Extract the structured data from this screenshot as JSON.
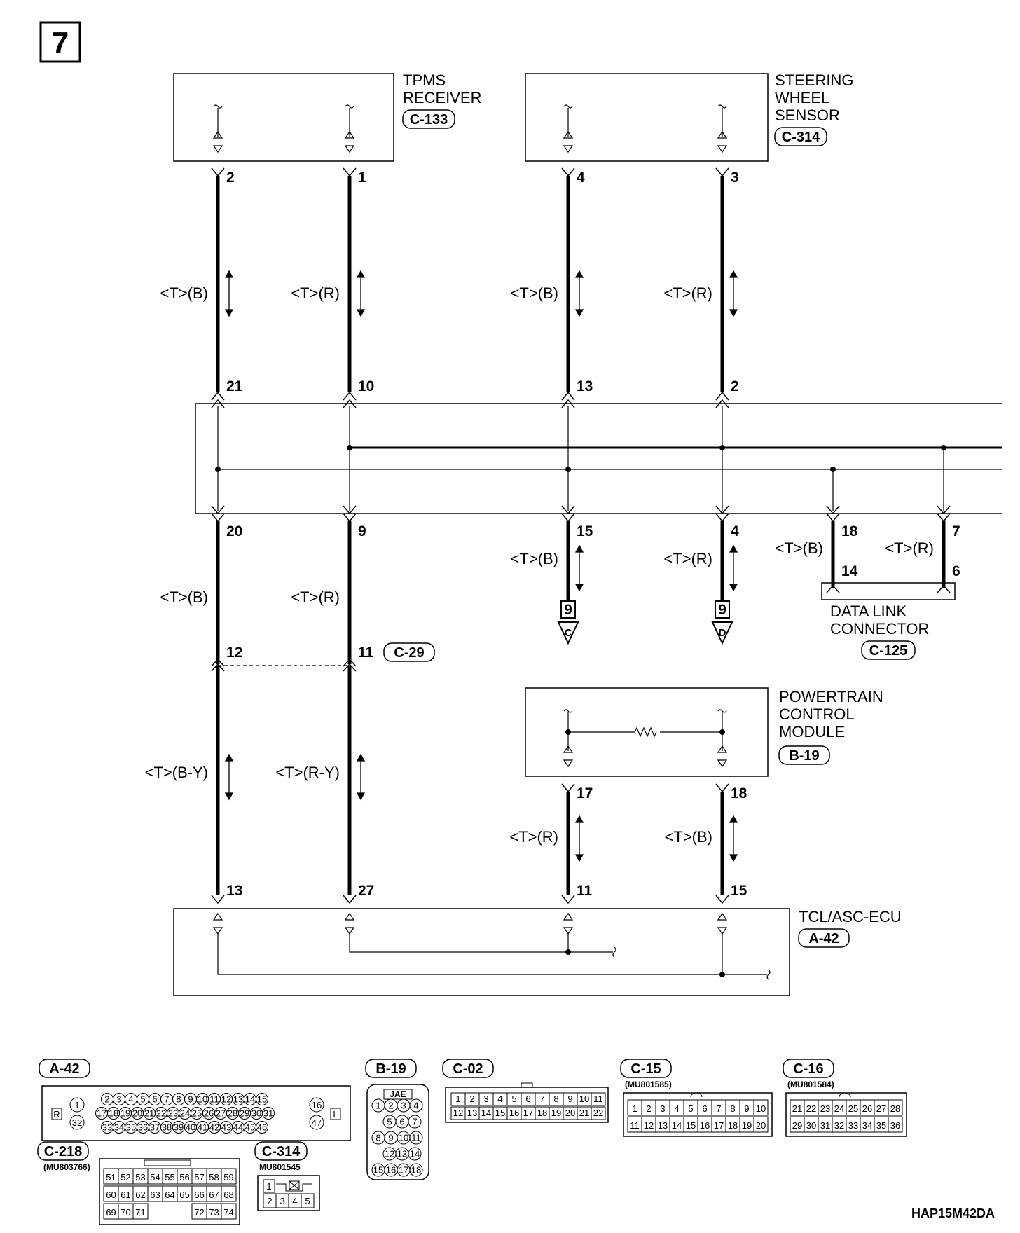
{
  "page_number": "7",
  "figure_code": "HAP15M42DA",
  "components": {
    "tpms": {
      "name_line1": "TPMS",
      "name_line2": "RECEIVER",
      "connector": "C-133",
      "pin_left": "2",
      "pin_right": "1"
    },
    "steering": {
      "name_line1": "STEERING",
      "name_line2": "WHEEL",
      "name_line3": "SENSOR",
      "connector": "C-314",
      "pin_left": "4",
      "pin_right": "3"
    },
    "pcm": {
      "name_line1": "POWERTRAIN",
      "name_line2": "CONTROL",
      "name_line3": "MODULE",
      "connector": "B-19",
      "pin_left": "17",
      "pin_right": "18"
    },
    "ecu": {
      "name": "TCL/ASC-ECU",
      "connector": "A-42",
      "pins": [
        "13",
        "27",
        "11",
        "15"
      ]
    },
    "dlc": {
      "name_line1": "DATA LINK",
      "name_line2": "CONNECTOR",
      "connector": "C-125",
      "pin_a_top": "18",
      "pin_a_bot": "14",
      "pin_b_top": "7",
      "pin_b_bot": "6"
    }
  },
  "junction": {
    "top_pins": [
      "21",
      "10",
      "13",
      "2"
    ],
    "bottom_pins": [
      "20",
      "9",
      "15",
      "4"
    ]
  },
  "intermediate": {
    "pin_left": "12",
    "pin_right": "11",
    "connector": "C-29"
  },
  "wires": {
    "tpms_left": "<T>(B)",
    "tpms_right": "<T>(R)",
    "steer_left": "<T>(B)",
    "steer_right": "<T>(R)",
    "mid_left": "<T>(B)",
    "mid_right": "<T>(R)",
    "lower_left": "<T>(B-Y)",
    "lower_right": "<T>(R-Y)",
    "offpage_left": "<T>(B)",
    "offpage_right": "<T>(R)",
    "dlc_left": "<T>(B)",
    "dlc_right": "<T>(R)",
    "pcm_left": "<T>(R)",
    "pcm_right": "<T>(B)"
  },
  "offpage": {
    "c": {
      "page": "9",
      "letter": "C"
    },
    "d": {
      "page": "9",
      "letter": "D"
    }
  },
  "legend": {
    "a42": {
      "tag": "A-42",
      "side_r": "R",
      "side_l": "L",
      "row1": [
        "2",
        "3",
        "4",
        "5",
        "6",
        "7",
        "8",
        "9",
        "10",
        "11",
        "12",
        "13",
        "14",
        "15"
      ],
      "row2": [
        "17",
        "18",
        "19",
        "20",
        "21",
        "22",
        "23",
        "24",
        "25",
        "26",
        "27",
        "28",
        "29",
        "30",
        "31"
      ],
      "row3": [
        "33",
        "34",
        "35",
        "36",
        "37",
        "38",
        "39",
        "40",
        "41",
        "42",
        "43",
        "44",
        "45",
        "46"
      ],
      "left_top": "1",
      "left_bot": "32",
      "right_top": "16",
      "right_bot": "47"
    },
    "b19": {
      "tag": "B-19",
      "maker": "JAE",
      "rows": [
        [
          "1",
          "2",
          "3",
          "4"
        ],
        [
          "5",
          "6",
          "7"
        ],
        [
          "8",
          "9",
          "10",
          "11"
        ],
        [
          "12",
          "13",
          "14"
        ],
        [
          "15",
          "16",
          "17",
          "18"
        ]
      ]
    },
    "c02": {
      "tag": "C-02",
      "row1": [
        "1",
        "2",
        "3",
        "4",
        "5",
        "6",
        "7",
        "8",
        "9",
        "10",
        "11"
      ],
      "row2": [
        "12",
        "13",
        "14",
        "15",
        "16",
        "17",
        "18",
        "19",
        "20",
        "21",
        "22"
      ]
    },
    "c15": {
      "tag": "C-15",
      "part": "(MU801585)",
      "row1": [
        "1",
        "2",
        "3",
        "4",
        "5",
        "6",
        "7",
        "8",
        "9",
        "10"
      ],
      "row2": [
        "11",
        "12",
        "13",
        "14",
        "15",
        "16",
        "17",
        "18",
        "19",
        "20"
      ]
    },
    "c16": {
      "tag": "C-16",
      "part": "(MU801584)",
      "row1": [
        "21",
        "22",
        "23",
        "24",
        "25",
        "26",
        "27",
        "28"
      ],
      "row2": [
        "29",
        "30",
        "31",
        "32",
        "33",
        "34",
        "35",
        "36"
      ]
    },
    "c218": {
      "tag": "C-218",
      "part": "(MU803766)",
      "row1": [
        "51",
        "52",
        "53",
        "54",
        "55",
        "56",
        "57",
        "58",
        "59"
      ],
      "row2": [
        "60",
        "61",
        "62",
        "63",
        "64",
        "65",
        "66",
        "67",
        "68"
      ],
      "row3": [
        "69",
        "70",
        "71",
        "",
        "",
        "",
        "72",
        "73",
        "74"
      ]
    },
    "c314": {
      "tag": "C-314",
      "part": "MU801545",
      "row1": [
        "1"
      ],
      "row2": [
        "2",
        "3",
        "4",
        "5"
      ]
    }
  }
}
